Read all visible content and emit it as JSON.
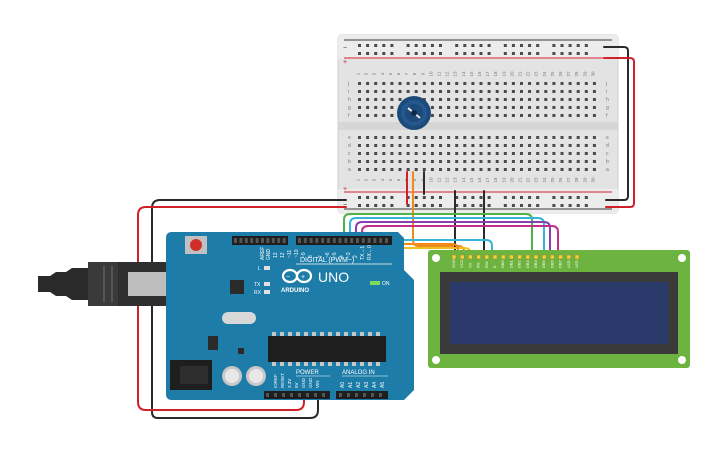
{
  "arduino": {
    "brand": "ARDUINO",
    "model": "UNO",
    "digital_header": "DIGITAL (PWM~)",
    "power_label": "POWER",
    "analog_label": "ANALOG IN",
    "on_label": "ON",
    "led_l": "L",
    "led_tx": "TX",
    "led_rx": "RX",
    "aref": "AREF",
    "gnd": "GND",
    "pin13": "13",
    "pin12": "12",
    "pin11": "~11",
    "pin10": "~10",
    "pin9": "~9",
    "pin8": "8",
    "pin7": "7",
    "pin6": "~6",
    "pin5": "~5",
    "pin4": "4",
    "pin3": "~3",
    "pin2": "2",
    "tx1": "TX→1",
    "rx0": "RX←0",
    "ioref": "IOREF",
    "reset": "RESET",
    "v33": "3.3V",
    "v5": "5V",
    "gnd1": "GND",
    "gnd2": "GND",
    "vin": "VIN",
    "a0": "A0",
    "a1": "A1",
    "a2": "A2",
    "a3": "A3",
    "a4": "A4",
    "a5": "A5"
  },
  "breadboard": {
    "rows_top": [
      "j",
      "i",
      "h",
      "g",
      "f"
    ],
    "rows_bottom": [
      "e",
      "d",
      "c",
      "b",
      "a"
    ],
    "rail_minus": "−",
    "rail_plus": "+",
    "columns": [
      "1",
      "2",
      "3",
      "4",
      "5",
      "6",
      "7",
      "8",
      "9",
      "10",
      "11",
      "12",
      "13",
      "14",
      "15",
      "16",
      "17",
      "18",
      "19",
      "20",
      "21",
      "22",
      "23",
      "24",
      "25",
      "26",
      "27",
      "28",
      "29",
      "30"
    ]
  },
  "lcd": {
    "pins": [
      "GND",
      "VCC",
      "V0",
      "RS",
      "RW",
      "E",
      "DB0",
      "DB1",
      "DB2",
      "DB3",
      "DB4",
      "DB5",
      "DB6",
      "DB7",
      "LED",
      "LED"
    ]
  },
  "colors": {
    "arduino_board": "#1e7ca8",
    "lcd_board": "#6db33f",
    "lcd_screen": "#2a3a6a",
    "breadboard": "#e6e6e6",
    "wire_red": "#d0202a",
    "wire_black": "#2a2a2a",
    "wire_orange": "#f08a1a",
    "wire_yellow": "#f0c020",
    "wire_green": "#4fb34a",
    "wire_cyan": "#35b6d8",
    "wire_purple": "#8a3fb0",
    "wire_magenta": "#c0308a",
    "pot_knob": "#1c4a7a"
  },
  "icons": {
    "usb": "usb-cable-icon",
    "pot": "potentiometer-icon",
    "chip": "ic-chip-icon",
    "logo": "arduino-infinity-logo"
  }
}
